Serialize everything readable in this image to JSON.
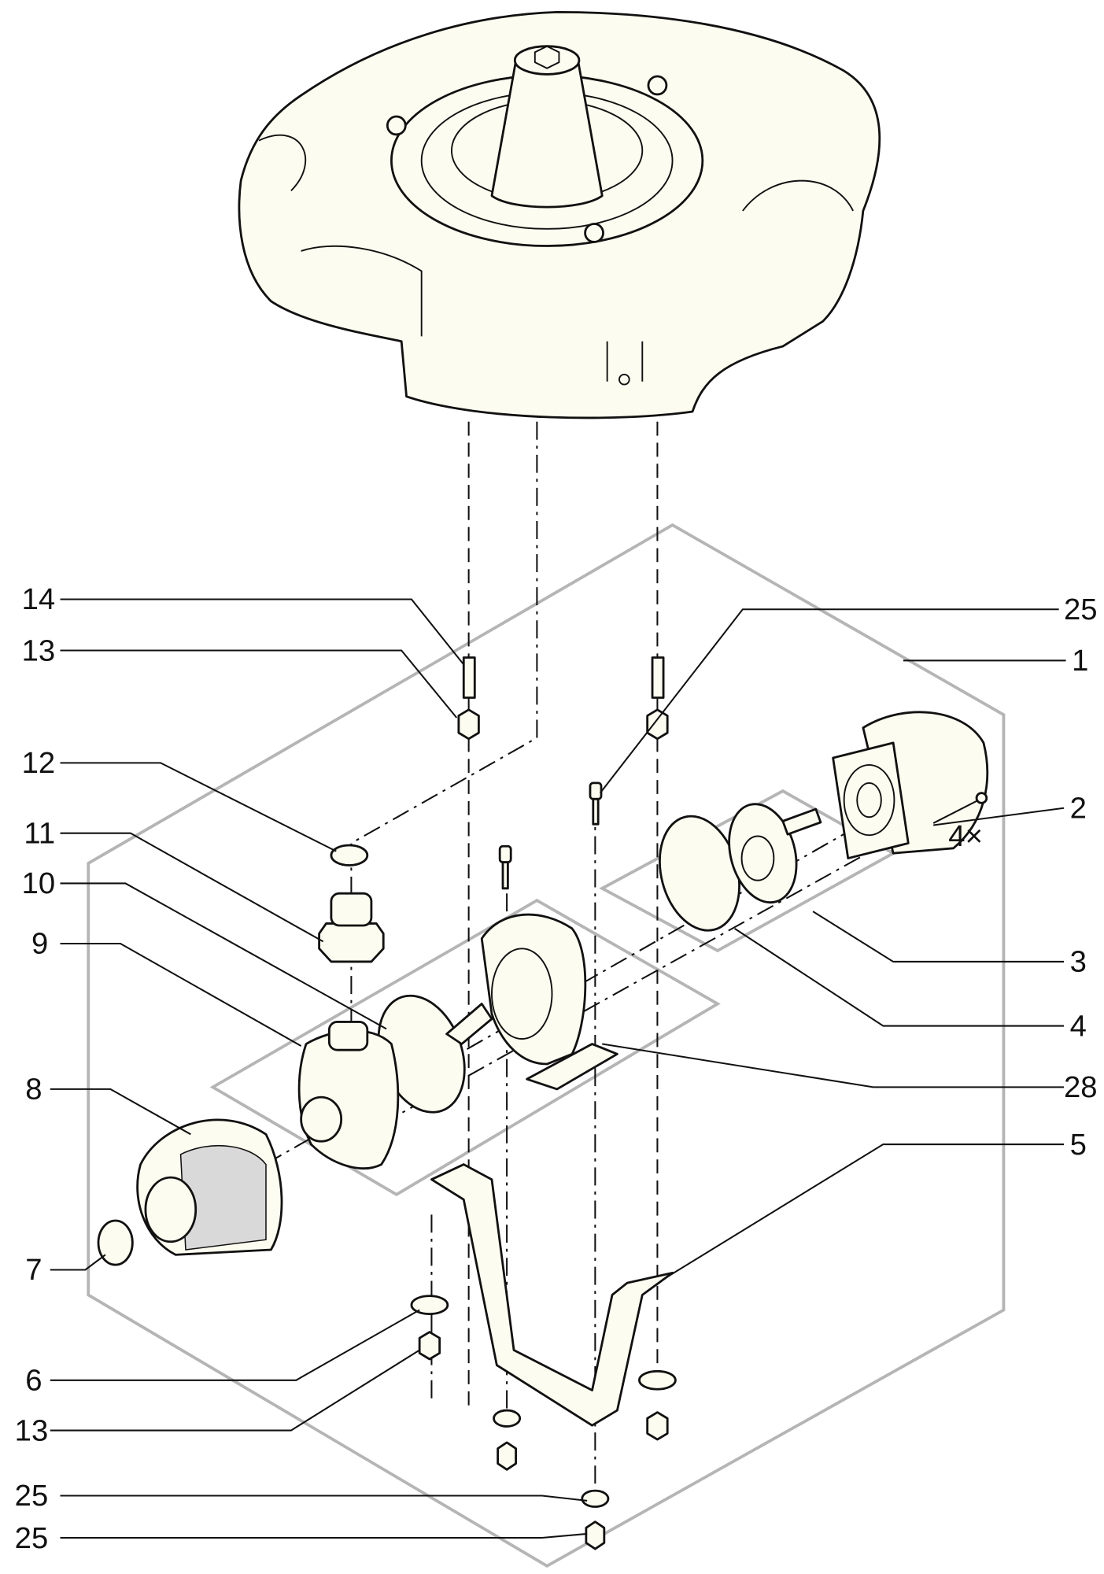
{
  "diagram": {
    "type": "exploded-parts-view",
    "callouts_left": [
      {
        "id": "left-14",
        "text": "14"
      },
      {
        "id": "left-13a",
        "text": "13"
      },
      {
        "id": "left-12",
        "text": "12"
      },
      {
        "id": "left-11",
        "text": "11"
      },
      {
        "id": "left-10",
        "text": "10"
      },
      {
        "id": "left-9",
        "text": "9"
      },
      {
        "id": "left-8",
        "text": "8"
      },
      {
        "id": "left-7",
        "text": "7"
      },
      {
        "id": "left-6",
        "text": "6"
      },
      {
        "id": "left-13b",
        "text": "13"
      },
      {
        "id": "left-25a",
        "text": "25"
      },
      {
        "id": "left-25b",
        "text": "25"
      }
    ],
    "callouts_right": [
      {
        "id": "right-25",
        "text": "25"
      },
      {
        "id": "right-1",
        "text": "1"
      },
      {
        "id": "right-2",
        "text": "2"
      },
      {
        "id": "right-3",
        "text": "3"
      },
      {
        "id": "right-4",
        "text": "4"
      },
      {
        "id": "right-28",
        "text": "28"
      },
      {
        "id": "right-5",
        "text": "5"
      }
    ],
    "quantity_note": "4×",
    "colors": {
      "part_fill": "#fdfcf0",
      "outline": "#111111",
      "group_box": "#b5b5b5"
    }
  }
}
